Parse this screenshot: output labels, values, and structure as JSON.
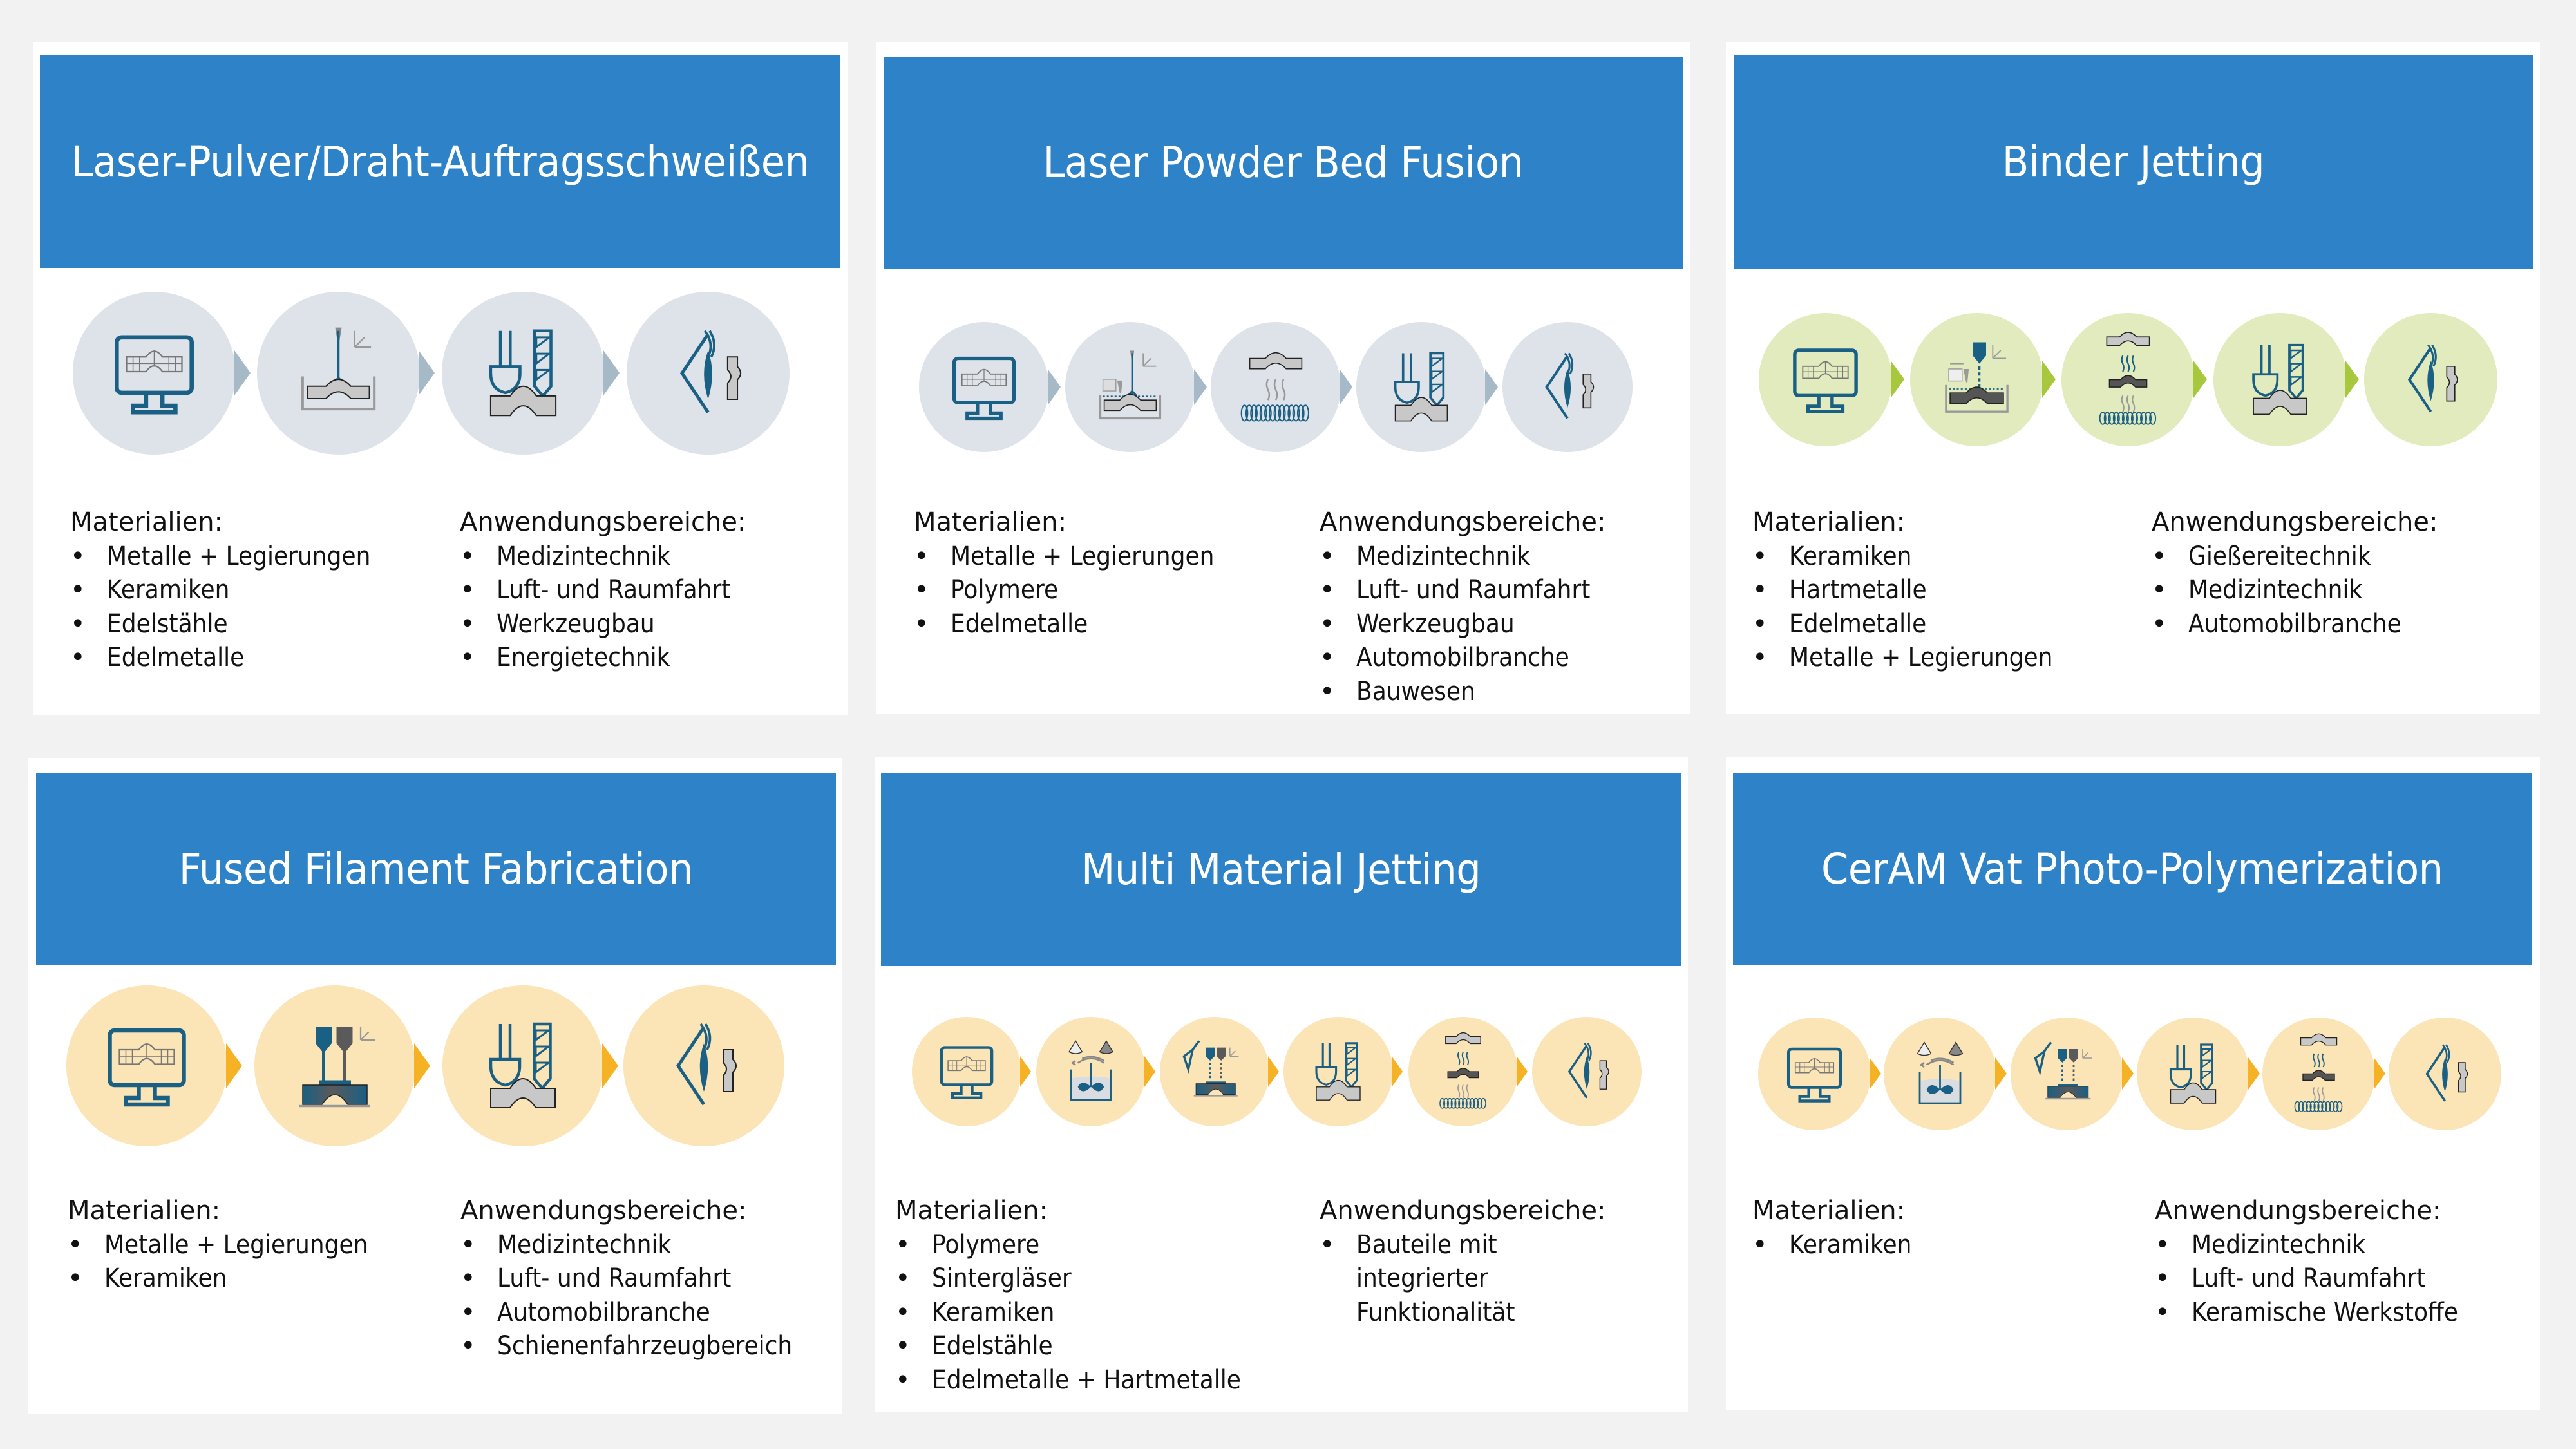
{
  "themes": {
    "gray": {
      "circle": "#dde3e9",
      "arrow": "#a6b9c6"
    },
    "green": {
      "circle": "#e2ebbd",
      "arrow": "#a7c83c"
    },
    "yellow": {
      "circle": "#fbe4b5",
      "arrow": "#f4b224"
    }
  },
  "colors": {
    "header": "#2e82c8",
    "icon_blue": "#1a5f84",
    "icon_gray": "#b9b9b9",
    "icon_dark": "#5a5a5a"
  },
  "labels": {
    "materials": "Materialien:",
    "applications": "Anwendungsbereiche:",
    "bullet": "•"
  },
  "panels": [
    {
      "id": "laser-pulver-draht",
      "title": "Laser-Pulver/Draht-Auftragsschweißen",
      "theme": "gray",
      "steps": [
        "cad-monitor-icon",
        "laser-deposition-icon",
        "post-processing-icon",
        "inspection-icon"
      ],
      "materials": [
        "Metalle + Legierungen",
        "Keramiken",
        "Edelstähle",
        "Edelmetalle"
      ],
      "applications": [
        "Medizintechnik",
        "Luft- und Raumfahrt",
        "Werkzeugbau",
        "Energietechnik"
      ]
    },
    {
      "id": "laser-powder-bed-fusion",
      "title": "Laser Powder Bed Fusion",
      "theme": "gray",
      "steps": [
        "cad-monitor-icon",
        "powder-bed-laser-icon",
        "heat-treatment-icon",
        "post-processing-icon",
        "inspection-icon"
      ],
      "materials": [
        "Metalle + Legierungen",
        "Polymere",
        "Edelmetalle"
      ],
      "applications": [
        "Medizintechnik",
        "Luft- und Raumfahrt",
        "Werkzeugbau",
        "Automobilbranche",
        "Bauwesen"
      ]
    },
    {
      "id": "binder-jetting",
      "title": "Binder Jetting",
      "theme": "green",
      "steps": [
        "cad-monitor-icon",
        "binder-jet-printing-icon",
        "debinding-sintering-icon",
        "post-processing-icon",
        "inspection-icon"
      ],
      "materials": [
        "Keramiken",
        "Hartmetalle",
        "Edelmetalle",
        "Metalle + Legierungen"
      ],
      "applications": [
        "Gießereitechnik",
        "Medizintechnik",
        "Automobilbranche"
      ]
    },
    {
      "id": "fused-filament-fabrication",
      "title": "Fused Filament Fabrication",
      "theme": "yellow",
      "steps": [
        "cad-monitor-icon",
        "filament-extrusion-icon",
        "post-processing-icon",
        "inspection-icon"
      ],
      "materials": [
        "Metalle + Legierungen",
        "Keramiken"
      ],
      "applications": [
        "Medizintechnik",
        "Luft- und Raumfahrt",
        "Automobilbranche",
        "Schienenfahrzeugbereich"
      ]
    },
    {
      "id": "multi-material-jetting",
      "title": "Multi Material Jetting",
      "theme": "yellow",
      "steps": [
        "cad-monitor-icon",
        "material-mixing-icon",
        "multi-jet-printing-icon",
        "post-processing-icon",
        "debinding-sintering-icon",
        "inspection-icon"
      ],
      "materials": [
        "Polymere",
        "Sintergläser",
        "Keramiken",
        "Edelstähle",
        "Edelmetalle + Hartmetalle"
      ],
      "applications": [
        "Bauteile mit integrierter Funktionalität"
      ]
    },
    {
      "id": "ceram-vat-photo-polymerization",
      "title": "CerAM Vat Photo-Polymerization",
      "theme": "yellow",
      "steps": [
        "cad-monitor-icon",
        "material-mixing-icon",
        "multi-jet-printing-icon",
        "post-processing-icon",
        "debinding-sintering-icon",
        "inspection-icon"
      ],
      "materials": [
        "Keramiken"
      ],
      "applications": [
        "Medizintechnik",
        "Luft- und Raumfahrt",
        "Keramische Werkstoffe"
      ]
    }
  ]
}
